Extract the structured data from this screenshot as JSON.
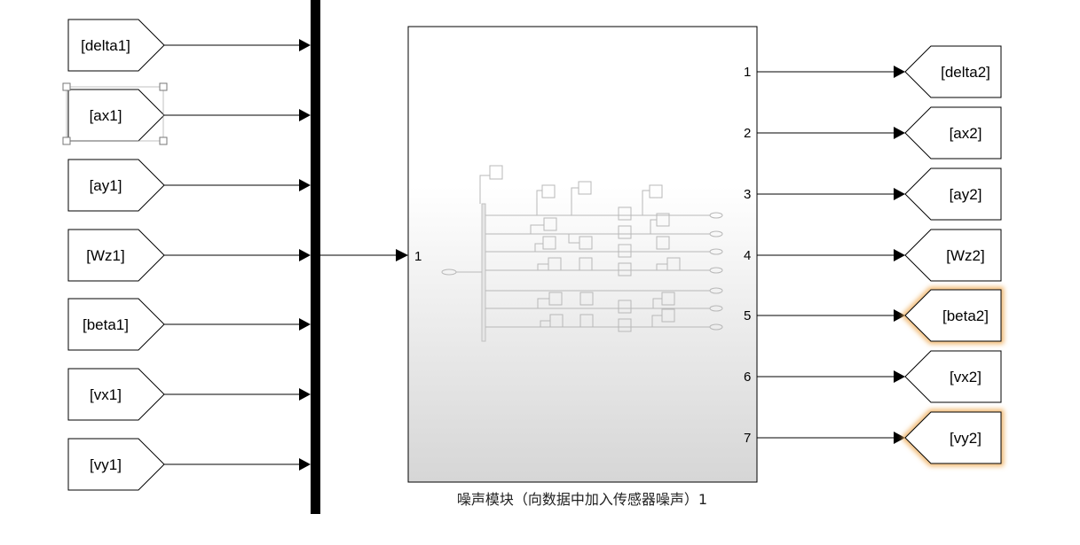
{
  "goto_tags": [
    {
      "label": "[delta1]"
    },
    {
      "label": "[ax1]",
      "selected": true
    },
    {
      "label": "[ay1]"
    },
    {
      "label": "[Wz1]"
    },
    {
      "label": "[beta1]"
    },
    {
      "label": "[vx1]"
    },
    {
      "label": "[vy1]"
    }
  ],
  "subsystem": {
    "input_port": "1",
    "caption": "噪声模块（向数据中加入传感器噪声）1",
    "output_ports": [
      "1",
      "2",
      "3",
      "4",
      "5",
      "6",
      "7"
    ]
  },
  "from_tags": [
    {
      "label": "[delta2]"
    },
    {
      "label": "[ax2]"
    },
    {
      "label": "[ay2]"
    },
    {
      "label": "[Wz2]"
    },
    {
      "label": "[beta2]",
      "highlighted": true
    },
    {
      "label": "[vx2]"
    },
    {
      "label": "[vy2]",
      "highlighted": true
    }
  ],
  "colors": {
    "line": "#000000",
    "highlight_glow": "#f0b060",
    "subsystem_top": "#ffffff",
    "subsystem_bottom": "#d9d9d9"
  }
}
